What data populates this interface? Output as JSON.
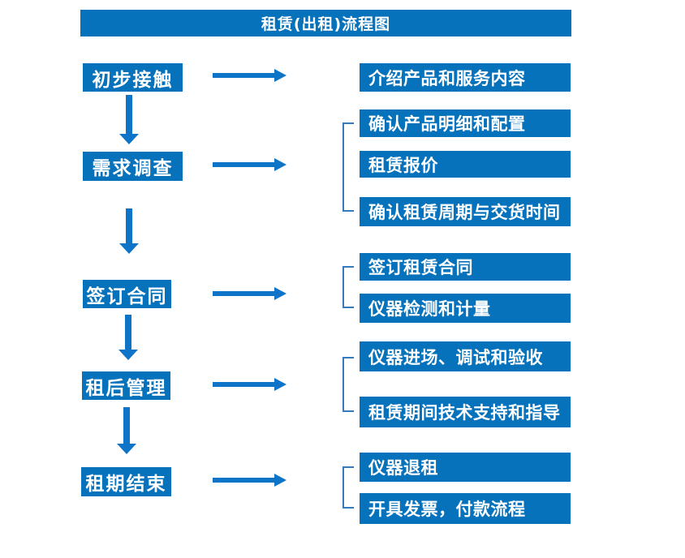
{
  "flow": {
    "title": "租赁(出租)流程图",
    "stages": [
      {
        "name": "初步接触",
        "details": [
          "介绍产品和服务内容"
        ]
      },
      {
        "name": "需求调查",
        "details": [
          "确认产品明细和配置",
          "租赁报价",
          "确认租赁周期与交货时间"
        ]
      },
      {
        "name": "签订合同",
        "details": [
          "签订租赁合同",
          "仪器检测和计量"
        ]
      },
      {
        "name": "租后管理",
        "details": [
          "仪器进场、调试和验收",
          "租赁期间技术支持和指导"
        ]
      },
      {
        "name": "租期结束",
        "details": [
          "仪器退租",
          "开具发票，付款流程"
        ]
      }
    ]
  },
  "colors": {
    "box_blue": "#0672bc",
    "arrow_blue": "#0d74c8",
    "bracket_blue": "#3579be",
    "text_white": "#ffffff",
    "background": "#ffffff"
  }
}
